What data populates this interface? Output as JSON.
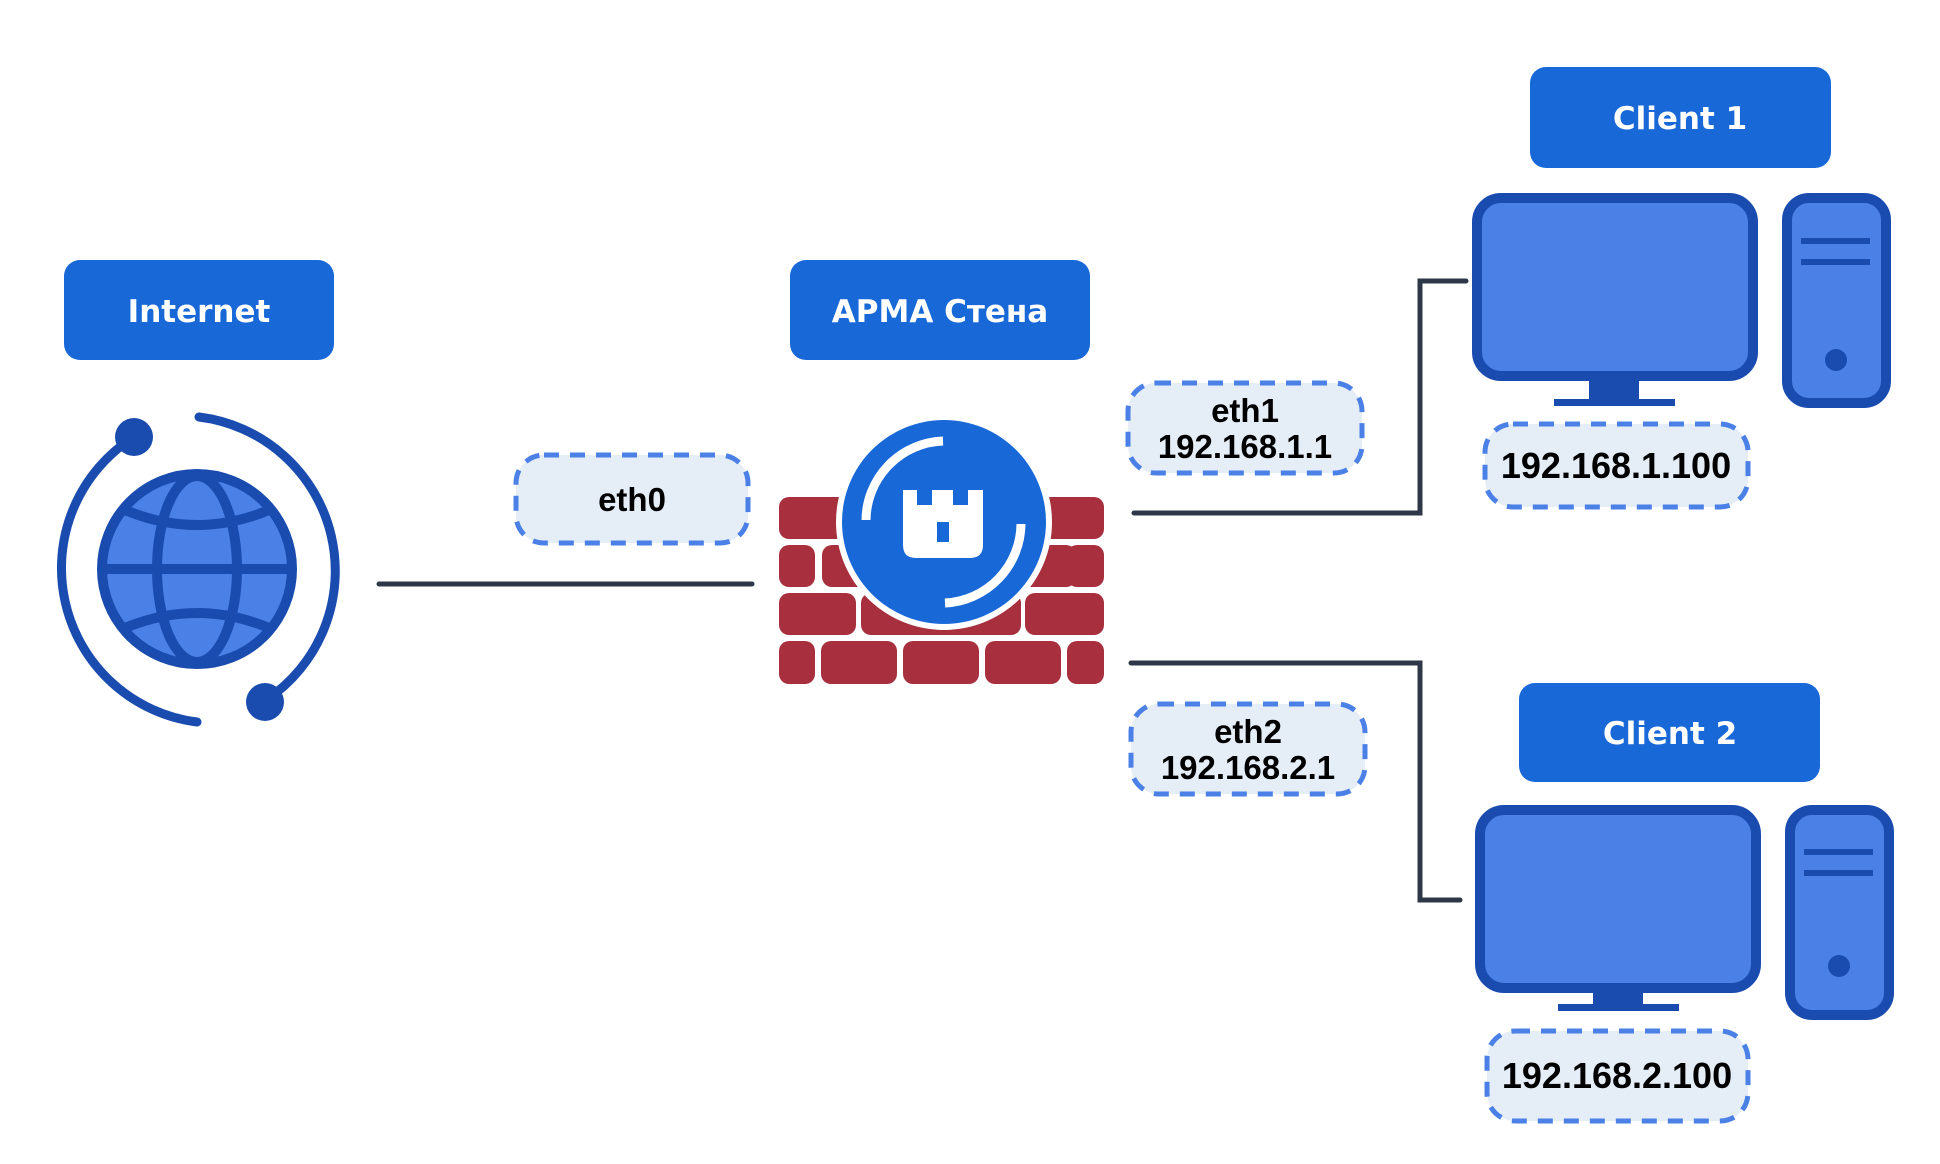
{
  "colors": {
    "label_bg": "#1868d8",
    "label_text": "#ffffff",
    "device_fill": "#4b80e6",
    "device_stroke": "#1a4cb0",
    "brick": "#a8303e",
    "firewall_circle": "#1868d8",
    "link_line": "#2d3748",
    "iface_bg": "#e5edf7",
    "iface_border": "#4b80e6"
  },
  "nodes": {
    "internet": {
      "label": "Internet",
      "icon": "globe-icon"
    },
    "firewall": {
      "label": "АРМА Стена",
      "icon": "firewall-icon"
    },
    "client1": {
      "label": "Client 1",
      "icon": "computer-icon",
      "ip": "192.168.1.100"
    },
    "client2": {
      "label": "Client 2",
      "icon": "computer-icon",
      "ip": "192.168.2.100"
    }
  },
  "interfaces": {
    "eth0": {
      "name": "eth0"
    },
    "eth1": {
      "name": "eth1",
      "ip": "192.168.1.1"
    },
    "eth2": {
      "name": "eth2",
      "ip": "192.168.2.1"
    }
  }
}
